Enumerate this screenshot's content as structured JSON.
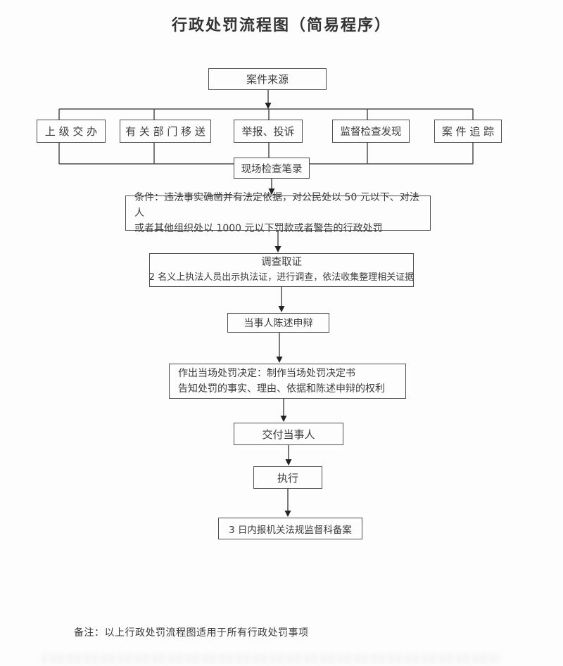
{
  "title": "行政处罚流程图（简易程序）",
  "flow": {
    "case_source": "案件来源",
    "sources": [
      {
        "label": "上 级 交 办"
      },
      {
        "label": "有 关 部 门 移 送"
      },
      {
        "label": "举报、投诉"
      },
      {
        "label": "监督检查发现"
      },
      {
        "label": "案 件 追 踪"
      }
    ],
    "scene_record": "现场检查笔录",
    "condition": {
      "line1": "条件：违法事实确凿并有法定依据，对公民处以 50 元以下、对法人",
      "line2": "或者其他组织处以 1000 元以下罚款或者警告的行政处罚"
    },
    "investigate": {
      "title": "调查取证",
      "detail": "2 名义上执法人员出示执法证，进行调查，依法收集整理相关证据"
    },
    "statement": "当事人陈述申辩",
    "decision": {
      "line1": "作出当场处罚决定：制作当场处罚决定书",
      "line2": "告知处罚的事实、理由、依据和陈述申辩的权利"
    },
    "deliver": "交付当事人",
    "execute": "执行",
    "filing": "3 日内报机关法规监督科备案"
  },
  "note": "备注：以上行政处罚流程图适用于所有行政处罚事项",
  "colors": {
    "line": "#4e4e4e",
    "arrow": "#222222",
    "text": "#3b3b3b",
    "background": "#fdfdfd"
  }
}
